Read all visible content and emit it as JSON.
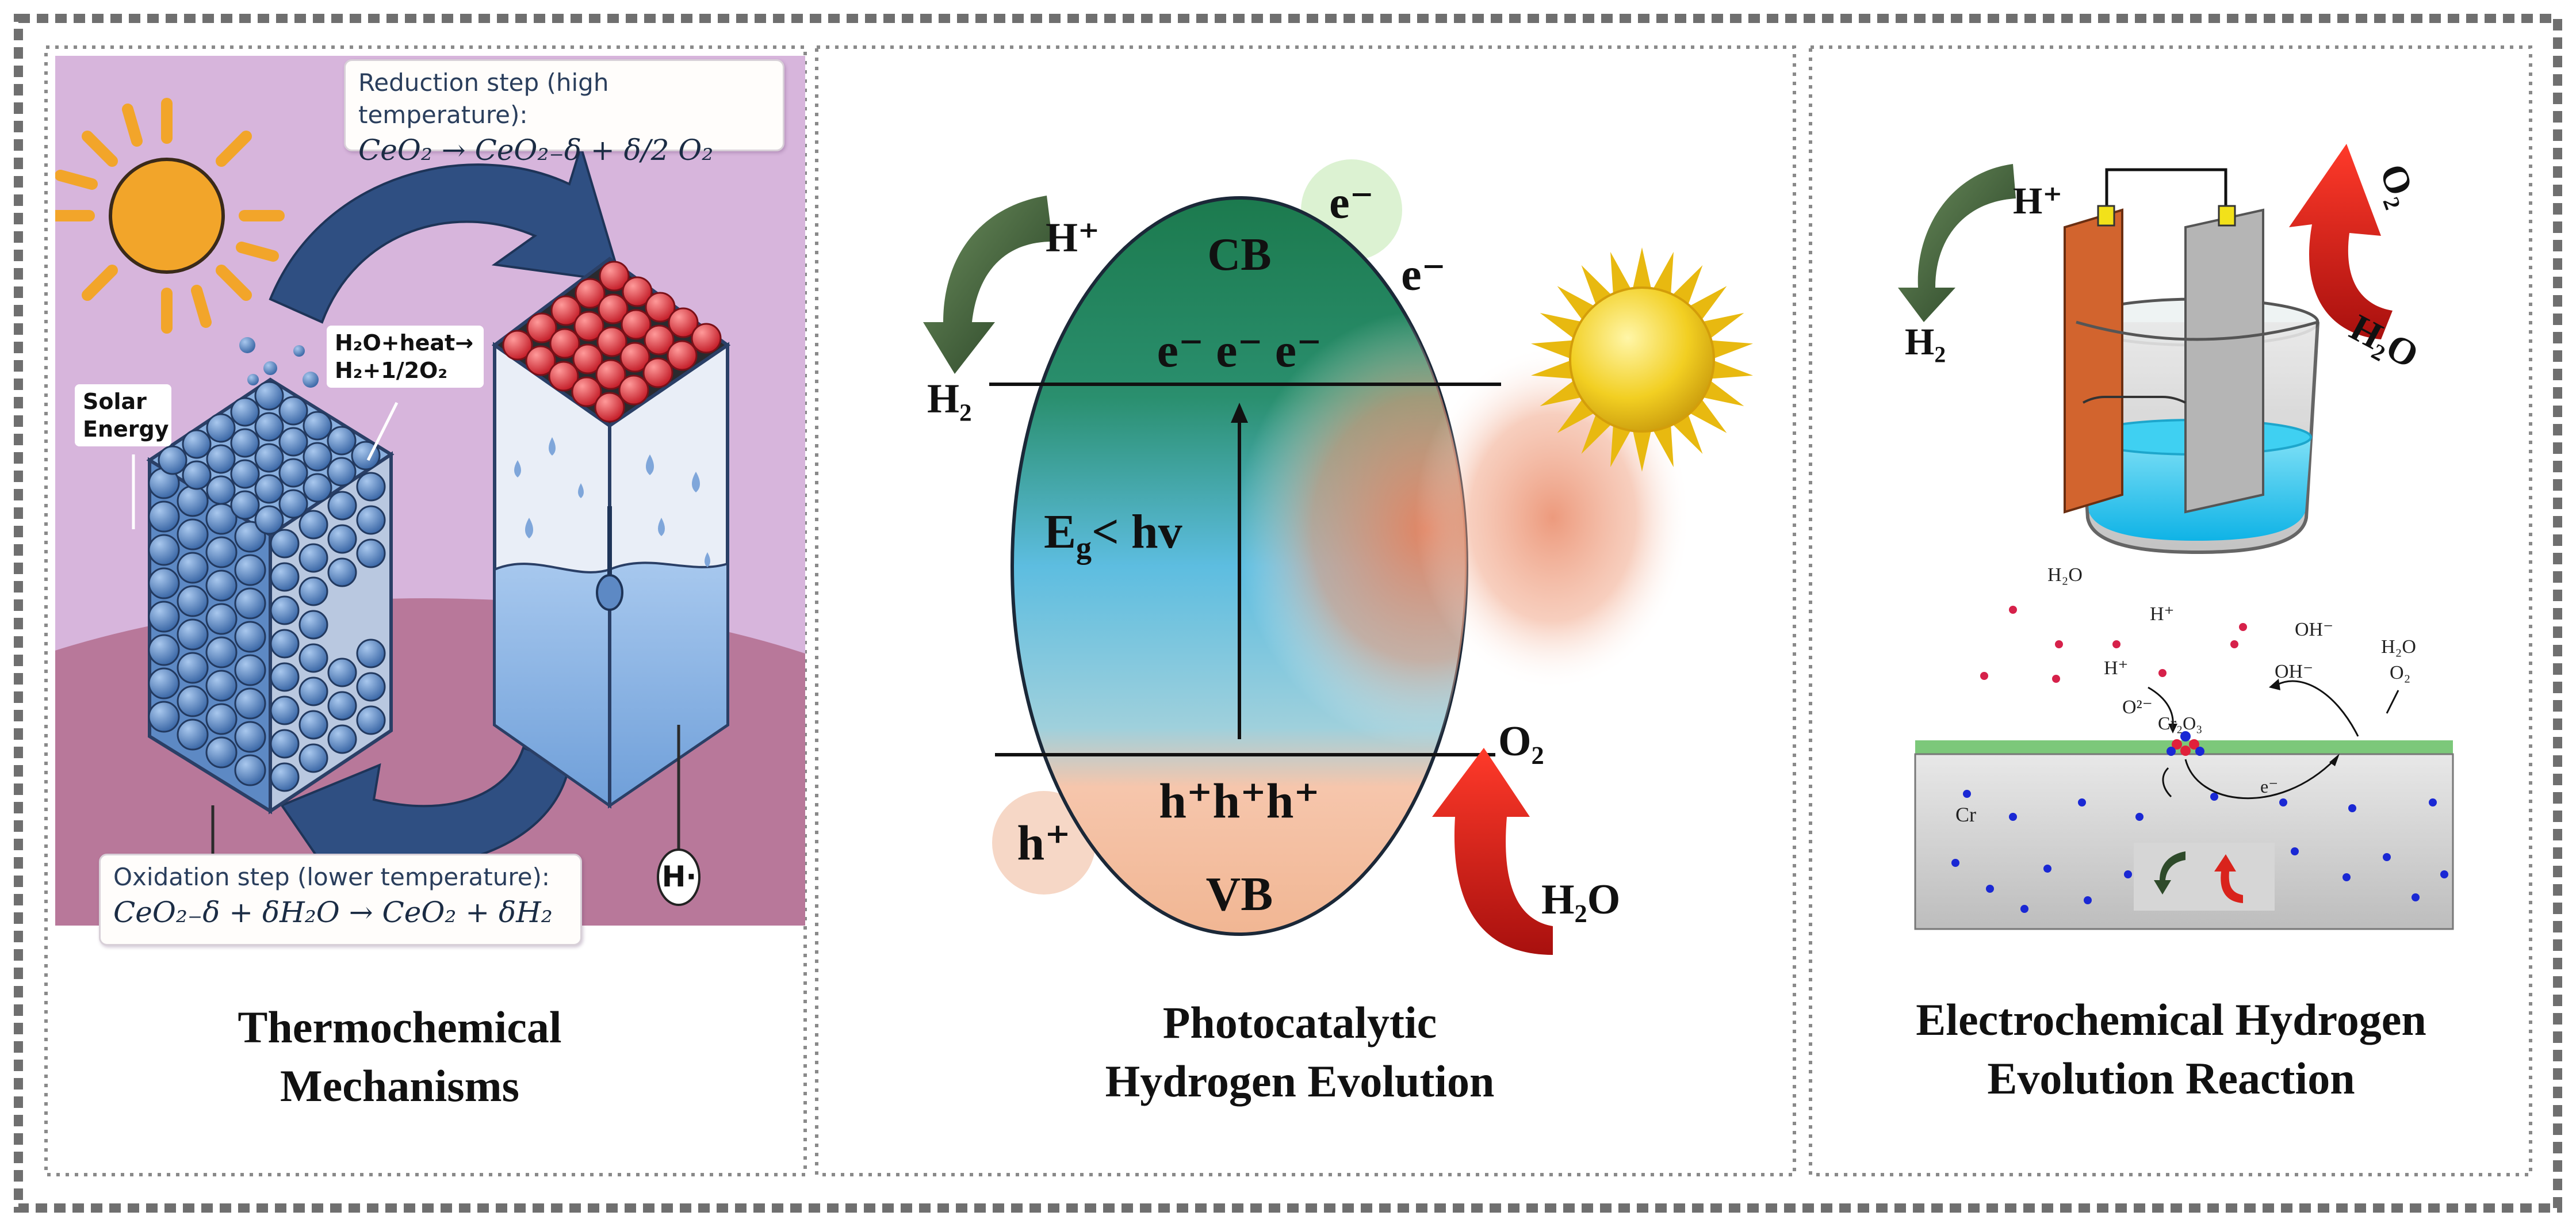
{
  "panels": {
    "thermo": {
      "caption_line1": "Thermochemical",
      "caption_line2": "Mechanisms",
      "reduction_heading": "Reduction step (high temperature):",
      "reduction_eq": "CeO₂ → CeO₂₋δ + δ/2 O₂",
      "oxidation_heading": "Oxidation step (lower temperature):",
      "oxidation_eq": "CeO₂₋δ + δH₂O → CeO₂ + δH₂",
      "label_solar_1": "Solar",
      "label_solar_2": "Energy",
      "label_water_1": "H₂O+heat→",
      "label_water_2": "H₂+1/2O₂",
      "h_marker": "H·"
    },
    "photo": {
      "caption_line1": "Photocatalytic",
      "caption_line2": "Hydrogen Evolution",
      "cb": "CB",
      "vb": "VB",
      "electron": "e⁻",
      "electrons_row": "e⁻ e⁻ e⁻",
      "holes_row": "h⁺h⁺h⁺",
      "hole": "h⁺",
      "bandgap": "E",
      "bandgap_sub": "g",
      "bandgap_rest": "< hv",
      "h_plus": "H⁺",
      "h2": "H₂",
      "o2": "O₂",
      "h2o": "H₂O"
    },
    "electro": {
      "caption_line1": "Electrochemical Hydrogen",
      "caption_line2": "Evolution Reaction",
      "h_plus": "H⁺",
      "h2": "H₂",
      "o2": "O₂",
      "h2o": "H₂O",
      "s_h2o_1": "H₂O",
      "s_hplus_1": "H⁺",
      "s_ohminus_1": "OH⁻",
      "s_hplus_2": "H⁺",
      "s_ohminus_2": "OH⁻",
      "s_h2o_2": "H₂O",
      "s_o2": "O₂",
      "s_o2minus": "O²⁻",
      "s_cr2o3": "Cr₂O₃",
      "s_eminus": "e⁻",
      "s_cr": "Cr"
    }
  },
  "colors": {
    "frame_dash": "#6f6f6f",
    "thermo_bg": "#d7b5dc",
    "thermo_ground": "#b8789a",
    "blue_arrow": "#2f4f82",
    "cb_green": "#1f7a52",
    "band_blue": "#57b7de",
    "vb_peach": "#f4c2a8",
    "dark_green_arrow": "#2e4a2a",
    "red_arrow": "#d9231c",
    "sun_yellow": "#f5c917",
    "copper_plate": "#d2642e",
    "grey_plate": "#b5b5b5",
    "electrolyte": "#2cc4ec"
  }
}
